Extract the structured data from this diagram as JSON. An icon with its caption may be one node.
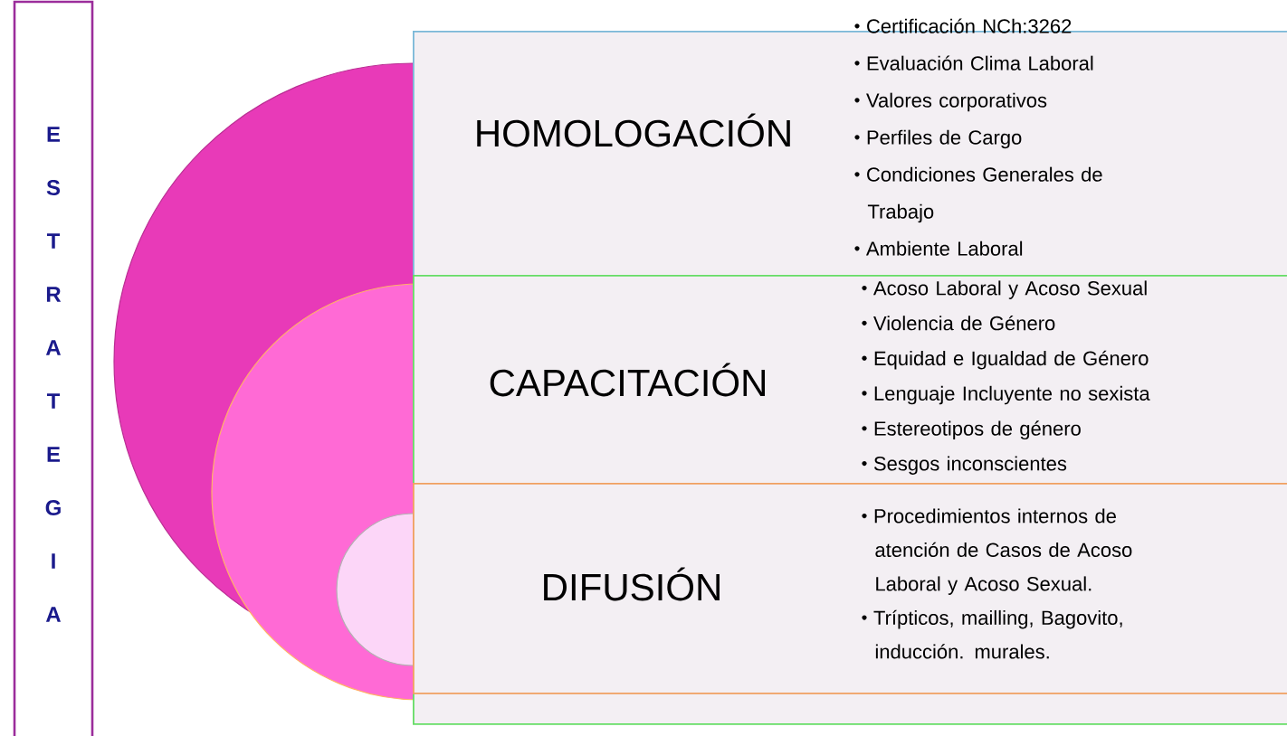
{
  "diagram": {
    "nodes": [
      {
        "text": [
          "E S T R A T E G I A"
        ]
      },
      {
        "text": [
          "HOMOLOGACIÓN",
          "Certificación NCh:3262",
          "Evaluación Clima Laboral",
          "Valores corporativos",
          "Perfiles de Cargo",
          "Condiciones Generales de Trabajo",
          "Ambiente Laboral"
        ]
      },
      {
        "text": [
          "CAPACITACIÓN",
          "Acoso Laboral y Acoso Sexual",
          "Violencia de Género",
          "Equidad e Igualdad de Género",
          "Lenguaje Incluyente no sexista",
          "Estereotipos de género",
          "Sesgos inconscientes"
        ]
      },
      {
        "in": 2,
        "text": [
          "DIFUSIÓN",
          "Procedimientos internos de atención de Casos de Acoso Laboral y Acoso Sexual.",
          "Trípticos, mailling, Bagovito, inducción. murales."
        ]
      }
    ]
  }
}
